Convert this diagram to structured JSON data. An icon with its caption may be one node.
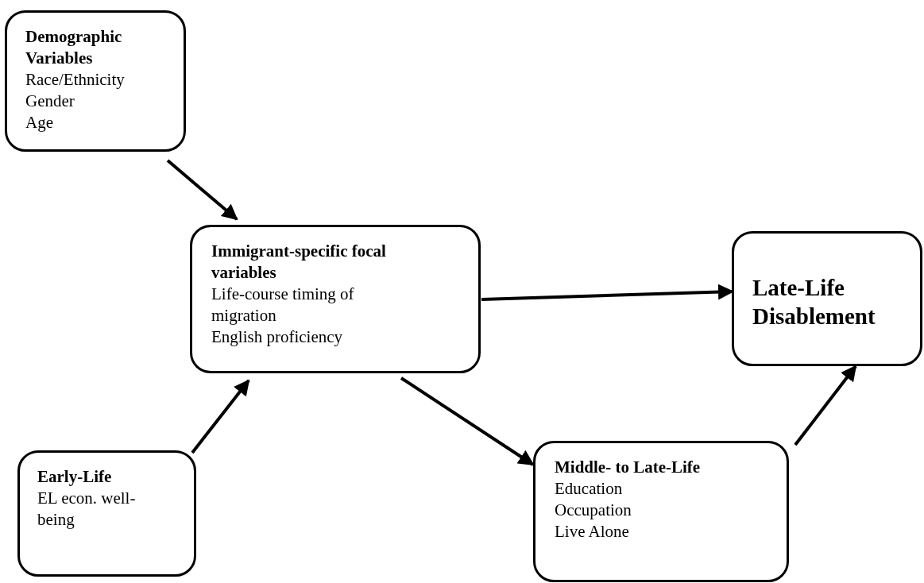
{
  "diagram": {
    "nodes": [
      {
        "text": [
          "Demographic Variables",
          "Race/Ethnicity",
          "Gender",
          "Age"
        ]
      },
      {
        "text": [
          "Immigrant-specific focal variables",
          "Life-course timing of migration",
          "English proficiency"
        ]
      },
      {
        "text": [
          "Late-Life Disablement"
        ]
      },
      {
        "text": [
          "Early-Life",
          "EL econ. well-being"
        ]
      },
      {
        "text": [
          "Middle- to Late-Life",
          "Education",
          "Occupation",
          "Live Alone"
        ]
      }
    ],
    "edges": [
      {
        "from": 0,
        "to": 1,
        "arrow": "to"
      },
      {
        "from": 3,
        "to": 1,
        "arrow": "to"
      },
      {
        "from": 1,
        "to": 2,
        "arrow": "to"
      },
      {
        "from": 1,
        "to": 4,
        "arrow": "to"
      },
      {
        "from": 4,
        "to": 2,
        "arrow": "to"
      }
    ]
  }
}
